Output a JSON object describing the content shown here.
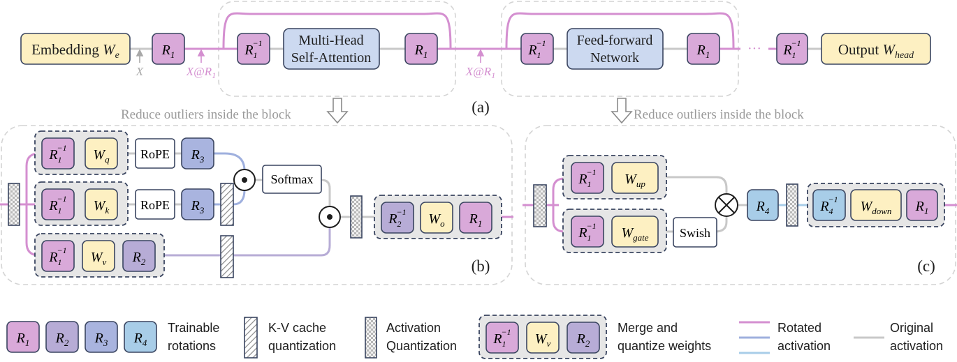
{
  "colors": {
    "r1": "#d9a9d9",
    "r2": "#b7acd6",
    "r3": "#a9b4df",
    "r4": "#a8cde8",
    "weight": "#fdf0c2",
    "module": "#ccd9f0",
    "rotated": "#d48fd0",
    "rotated_blue": "#9fb0de",
    "original": "#c8c8c8",
    "merge_bg": "#e6e6e6"
  },
  "top": {
    "embedding": {
      "text": "Embedding ",
      "sym": "W",
      "sub": "e"
    },
    "r1": {
      "sym": "R",
      "sub": "1"
    },
    "r1_inv": {
      "sym": "R",
      "sub": "1",
      "sup": "−1"
    },
    "mhsa": {
      "line1": "Multi-Head",
      "line2": "Self-Attention"
    },
    "ffn": {
      "line1": "Feed-forward",
      "line2": "Network"
    },
    "ellipsis": "···",
    "output": {
      "text": "Output ",
      "sym": "W",
      "sub": "head"
    },
    "label_x": "X",
    "label_xr1": {
      "sym": "X@R",
      "sub": "1"
    },
    "panel_a": "(a)"
  },
  "reduce_text": "Reduce outliers inside the block",
  "panel_b": {
    "label": "(b)",
    "rope": "RoPE",
    "softmax": "Softmax",
    "dot": "⊙",
    "wq": {
      "sym": "W",
      "sub": "q"
    },
    "wk": {
      "sym": "W",
      "sub": "k"
    },
    "wv": {
      "sym": "W",
      "sub": "v"
    },
    "wo": {
      "sym": "W",
      "sub": "o"
    },
    "r2": {
      "sym": "R",
      "sub": "2"
    },
    "r3": {
      "sym": "R",
      "sub": "3"
    },
    "r2_inv": {
      "sym": "R",
      "sub": "2",
      "sup": "−1"
    }
  },
  "panel_c": {
    "label": "(c)",
    "swish": "Swish",
    "otimes": "⊗",
    "wup": {
      "sym": "W",
      "sub": "up"
    },
    "wgate": {
      "sym": "W",
      "sub": "gate"
    },
    "wdown": {
      "sym": "W",
      "sub": "down"
    },
    "r4": {
      "sym": "R",
      "sub": "4"
    },
    "r4_inv": {
      "sym": "R",
      "sub": "4",
      "sup": "−1"
    }
  },
  "legend": {
    "trainable": [
      "Trainable",
      "rotations"
    ],
    "kv": [
      "K-V cache",
      "quantization"
    ],
    "act": [
      "Activation",
      "Quantization"
    ],
    "merge": [
      "Merge and",
      "quantize weights"
    ],
    "rotated": [
      "Rotated",
      "activation"
    ],
    "original": [
      "Original",
      "activation"
    ]
  }
}
